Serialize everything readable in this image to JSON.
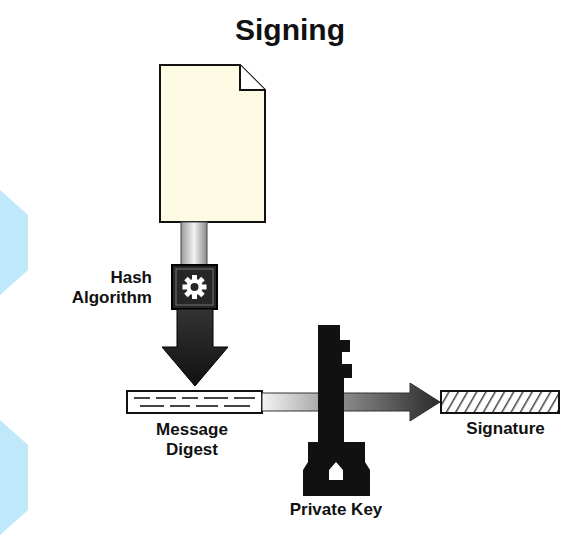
{
  "diagram": {
    "title": "Signing",
    "labels": [
      "Hash Algorithm",
      "Message Digest",
      "Private Key",
      "Signature"
    ]
  }
}
